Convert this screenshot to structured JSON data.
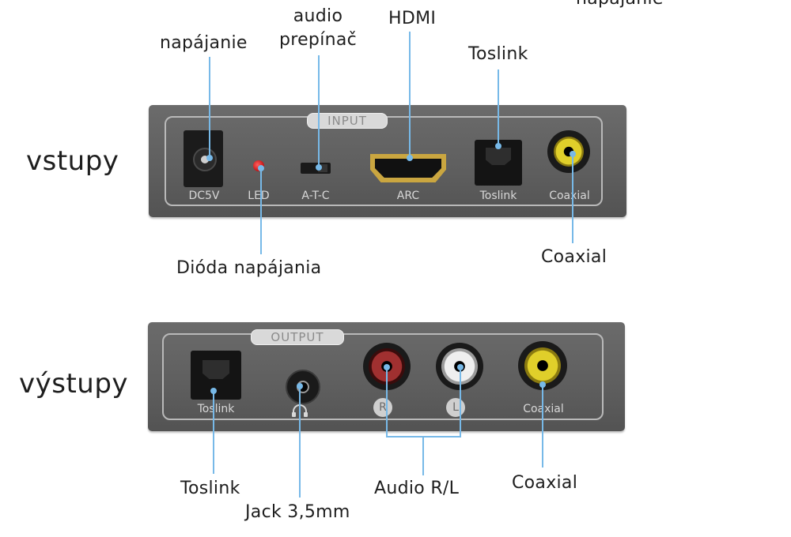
{
  "side_labels": {
    "inputs": "vstupy",
    "outputs": "výstupy"
  },
  "input_panel": {
    "tag": "INPUT",
    "ports": {
      "dc": "DC5V",
      "led": "LED",
      "switch": "A-T-C",
      "hdmi": "ARC",
      "toslink": "Toslink",
      "coaxial": "Coaxial"
    }
  },
  "output_panel": {
    "tag": "OUTPUT",
    "ports": {
      "toslink": "Toslink",
      "rca_r": "R",
      "rca_l": "L",
      "coaxial": "Coaxial"
    }
  },
  "callouts": {
    "top_cut": "napájanie",
    "power": "napájanie",
    "audio_switch_line1": "audio",
    "audio_switch_line2": "prepínač",
    "hdmi": "HDMI",
    "toslink_in": "Toslink",
    "led": "Dióda napájania",
    "coaxial_in": "Coaxial",
    "toslink_out": "Toslink",
    "jack": "Jack 3,5mm",
    "audio_rl": "Audio R/L",
    "coaxial_out": "Coaxial"
  },
  "colors": {
    "device": "#5e5e5e",
    "leader_line": "#77b9e8",
    "led": "#d42020",
    "rca_red": "#8b1a1a",
    "rca_yellow": "#d6c21a",
    "rca_white": "#e8e8e8"
  }
}
